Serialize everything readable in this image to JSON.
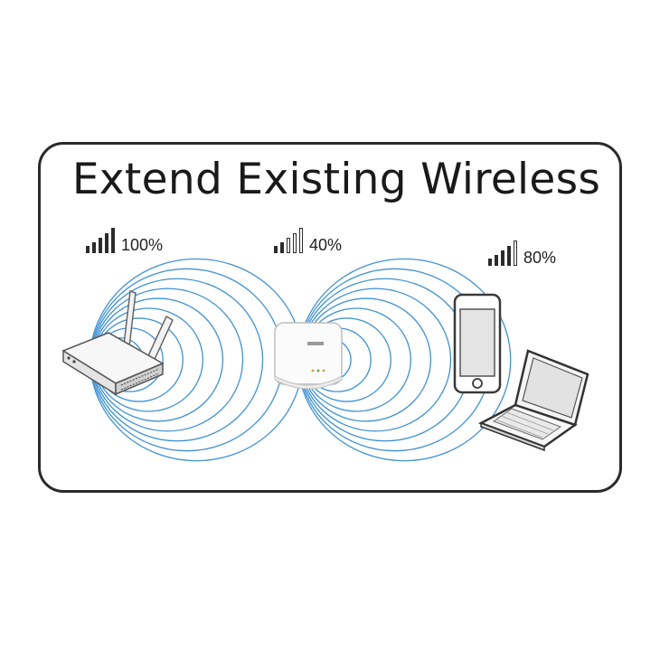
{
  "title": "Extend Existing Wireless",
  "devices": {
    "router": {
      "signal_label": "100%",
      "signal_bars": 5,
      "signal_total": 5
    },
    "repeater": {
      "signal_label": "40%",
      "signal_bars": 2,
      "signal_total": 5
    },
    "client": {
      "signal_label": "80%",
      "signal_bars": 4,
      "signal_total": 5
    }
  },
  "colors": {
    "wave": "#3f92d2",
    "border": "#2a2a2a",
    "text": "#1a1a1a"
  }
}
